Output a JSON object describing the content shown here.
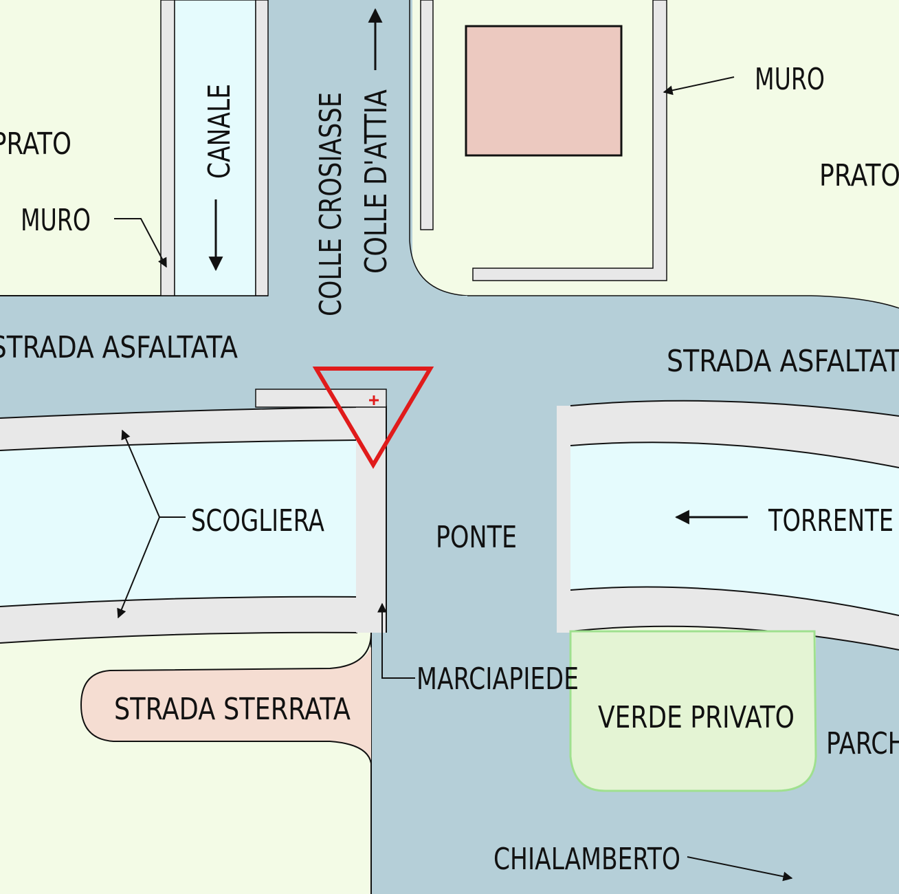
{
  "labels": {
    "prato_left": "PRATO",
    "prato_right": "PRATO",
    "muro_left": "MURO",
    "muro_right": "MURO",
    "canale": "CANALE",
    "colle_crosiasse": "COLLE CROSIASSE",
    "colle_dattia": "COLLE D'ATTIA",
    "strada_asfaltata_left": "STRADA ASFALTATA",
    "strada_asfaltata_right": "STRADA ASFALTATA",
    "scogliera": "SCOGLIERA",
    "ponte": "PONTE",
    "torrente": "TORRENTE",
    "marciapiede": "MARCIAPIEDE",
    "strada_sterrata": "STRADA STERRATA",
    "verde_privato": "VERDE PRIVATO",
    "parcheggio": "PARCHEGGIO",
    "chialamberto": "CHIALAMBERTO"
  },
  "colors": {
    "meadow": "#f3fbe6",
    "road": "#b5cfd8",
    "water": "#e5fbfd",
    "embankment": "#e8e8e8",
    "building": "#ecc9c0",
    "dirt_road": "#f5ddd2",
    "private_green": "#e4f4d4",
    "private_green_border": "#9fe08f",
    "yield_sign": "#e01b1b"
  },
  "icons": {
    "yield_sign": "yield-sign-icon",
    "arrows": "arrow-icon"
  }
}
